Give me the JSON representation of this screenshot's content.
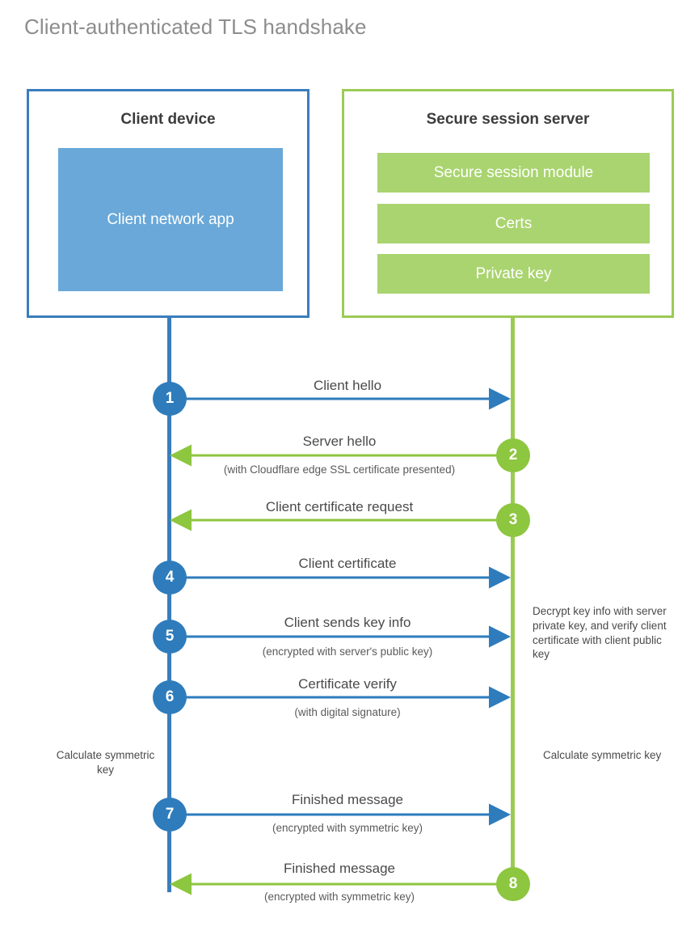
{
  "title": "Client-authenticated TLS handshake",
  "colors": {
    "client_blue": "#3a7dbd",
    "client_app_fill": "#69a8d8",
    "server_green": "#9bcb55",
    "server_bar_fill": "#a9d46f",
    "step_blue": "#2e7cbc",
    "step_green": "#8dc63f",
    "title_gray": "#8d8d8d",
    "text_gray": "#4a4a4a"
  },
  "client": {
    "title": "Client device",
    "app_label": "Client network app"
  },
  "server": {
    "title": "Secure session server",
    "bars": [
      {
        "label": "Secure session module"
      },
      {
        "label": "Certs"
      },
      {
        "label": "Private key"
      }
    ]
  },
  "steps": [
    {
      "number": "1",
      "side": "client",
      "direction": "right",
      "main": "Client hello",
      "sub": ""
    },
    {
      "number": "2",
      "side": "server",
      "direction": "left",
      "main": "Server hello",
      "sub": "(with Cloudflare edge SSL certificate presented)"
    },
    {
      "number": "3",
      "side": "server",
      "direction": "left",
      "main": "Client certificate request",
      "sub": ""
    },
    {
      "number": "4",
      "side": "client",
      "direction": "right",
      "main": "Client certificate",
      "sub": ""
    },
    {
      "number": "5",
      "side": "client",
      "direction": "right",
      "main": "Client sends key info",
      "sub": "(encrypted with server's public key)"
    },
    {
      "number": "6",
      "side": "client",
      "direction": "right",
      "main": "Certificate verify",
      "sub": "(with digital signature)"
    },
    {
      "number": "7",
      "side": "client",
      "direction": "right",
      "main": "Finished message",
      "sub": "(encrypted with symmetric key)"
    },
    {
      "number": "8",
      "side": "server",
      "direction": "left",
      "main": "Finished message",
      "sub": "(encrypted with symmetric key)"
    }
  ],
  "annotations": {
    "server_decrypt": "Decrypt key info with server private key, and verify client certificate with client public key",
    "client_calc": "Calculate symmetric key",
    "server_calc": "Calculate symmetric key"
  }
}
